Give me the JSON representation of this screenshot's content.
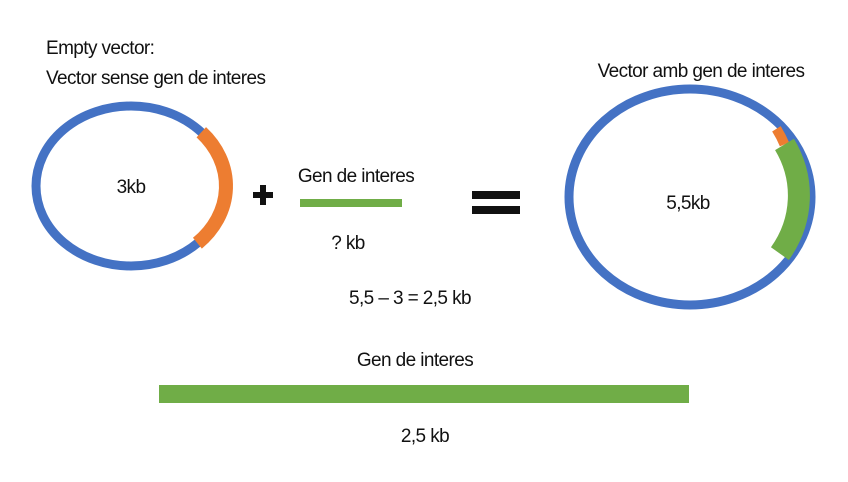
{
  "colors": {
    "backbone": "#4472C4",
    "orange": "#ED7D31",
    "insert": "#70AD47",
    "text": "#111111"
  },
  "left": {
    "heading_line1": "Empty vector:",
    "heading_line2": "Vector sense gen de interes",
    "size_label": "3kb"
  },
  "middle": {
    "plus": "+",
    "gene_label": "Gen de interes",
    "gene_size": "? kb",
    "equals": "="
  },
  "right": {
    "heading": "Vector amb gen de interes",
    "size_label": "5,5kb"
  },
  "calculation": "5,5 – 3 = 2,5 kb",
  "bottom": {
    "gene_label": "Gen de interes",
    "gene_size": "2,5 kb"
  }
}
